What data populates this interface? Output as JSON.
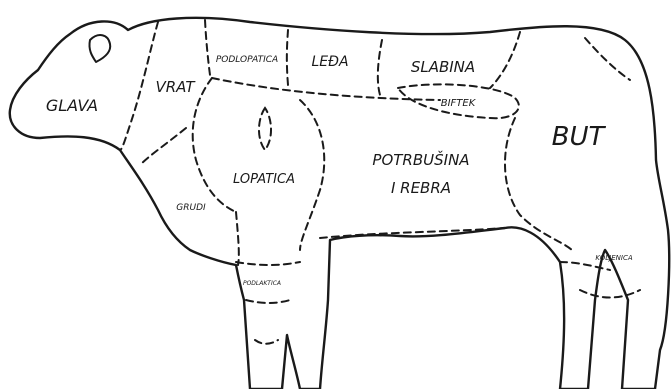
{
  "diagram": {
    "colors": {
      "line": "#1a1a1a",
      "fill": "#ffffff"
    },
    "labels": {
      "glava": "GLAVA",
      "vrat": "VRAT",
      "podlopatica": "PODLOPATICA",
      "ledja": "LEĐA",
      "slabina": "SLABINA",
      "biftek": "BIFTEK",
      "but": "BUT",
      "lopatica": "LOPATICA",
      "potrbusina_line1": "POTRBUŠINA",
      "potrbusina_line2": "I REBRA",
      "grudi": "GRUDI",
      "podlaktica": "PODLAKTICA",
      "koljenica": "KOLJENICA"
    }
  }
}
